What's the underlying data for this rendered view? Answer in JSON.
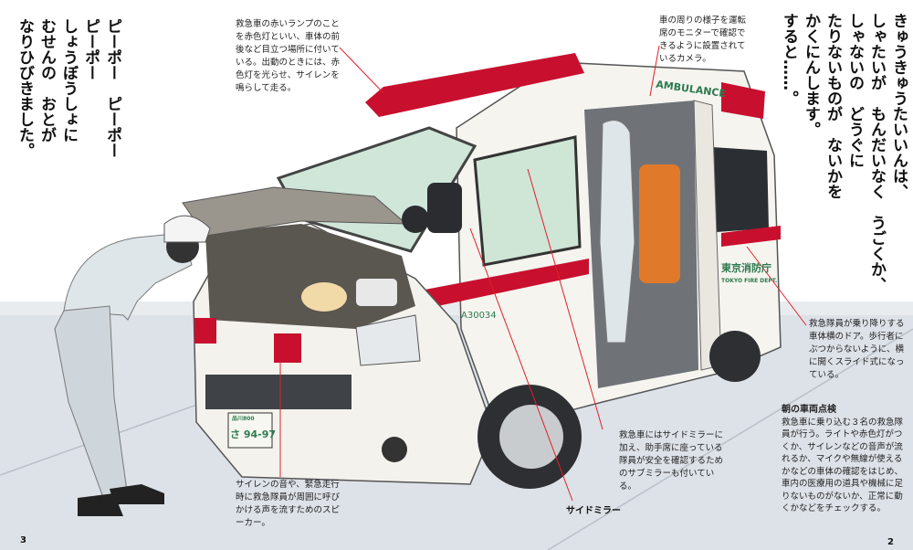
{
  "left_page": {
    "narration": [
      "ピーポー　ピーポー",
      "ピーポー",
      "しょうぼうしょに",
      "むせんの　おとが",
      "なりひびきました。"
    ],
    "page_number": "3"
  },
  "right_page": {
    "narration": [
      "きゅうきゅうたいいんは、",
      "しゃたいが　もんだいなく　うごくか、",
      "しゃないの　どうぐに",
      "たりないものが　ないかを",
      "かくにんします。",
      "すると……。"
    ],
    "page_number": "2"
  },
  "callouts": {
    "red_lamp": "救急車の赤いランプのことを赤色灯といい、車体の前後など目立つ場所に付いている。出動のときには、赤色灯を光らせ、サイレンを鳴らして走る。",
    "camera": "車の周りの様子を運転席のモニターで確認できるように設置されているカメラ。",
    "slide_door": "救急隊員が乗り降りする車体横のドア。歩行者にぶつからないように、横に開くスライド式になっている。",
    "inspection_title": "朝の車両点検",
    "inspection": "救急車に乗り込む３名の救急隊員が行う。ライトや赤色灯がつくか、サイレンなどの音声が流れるか、マイクや無線が使えるかなどの車体の確認をはじめ、車内の医療用の道具や機械に足りないものがないか、正常に動くかなどをチェックする。",
    "sub_mirror": "救急車にはサイドミラーに加え、助手席に座っている隊員が安全を確認するためのサブミラーも付いている。",
    "side_mirror_label": "サイドミラー",
    "speaker": "サイレンの音や、緊急走行時に救急隊員が周囲に呼びかける声を流すためのスピーカー。"
  },
  "vehicle": {
    "body_label": "AMBULANCE",
    "agency": "東京消防庁",
    "agency_en": "TOKYO FIRE DEPT.",
    "number": "A30034",
    "plate_top": "品川800",
    "plate_bottom": "さ 94-97"
  },
  "colors": {
    "stripe": "#c8102e",
    "floor": "#d9dfe6",
    "leader": "#e0202a"
  }
}
